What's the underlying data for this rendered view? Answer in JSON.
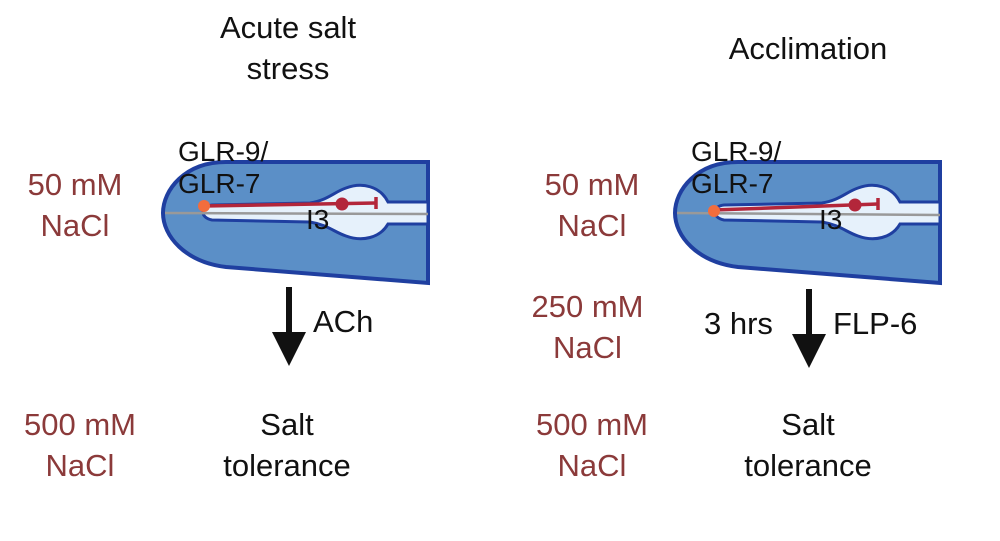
{
  "colors": {
    "worm_body": "#5b8fc7",
    "worm_outline": "#1f3fa0",
    "pharynx": "#e6f1fb",
    "neuron": "#b3263a",
    "sensory_dot": "#f26d3d",
    "salt_text": "#8b3a3a",
    "arrow": "#111111"
  },
  "left_panel": {
    "title_line1": "Acute salt",
    "title_line2": "stress",
    "start_conc": "50 mM",
    "start_salt": "NaCl",
    "receptor_line1": "GLR-9/",
    "receptor_line2": "GLR-7",
    "neuron_label": "I3",
    "signal_label": "ACh",
    "end_conc": "500 mM",
    "end_salt": "NaCl",
    "outcome_line1": "Salt",
    "outcome_line2": "tolerance"
  },
  "right_panel": {
    "title": "Acclimation",
    "start_conc": "50 mM",
    "start_salt": "NaCl",
    "receptor_line1": "GLR-9/",
    "receptor_line2": "GLR-7",
    "neuron_label": "I3",
    "acclim_conc": "250 mM",
    "acclim_salt": "NaCl",
    "duration": "3 hrs",
    "signal_label": "FLP-6",
    "end_conc": "500 mM",
    "end_salt": "NaCl",
    "outcome_line1": "Salt",
    "outcome_line2": "tolerance"
  }
}
